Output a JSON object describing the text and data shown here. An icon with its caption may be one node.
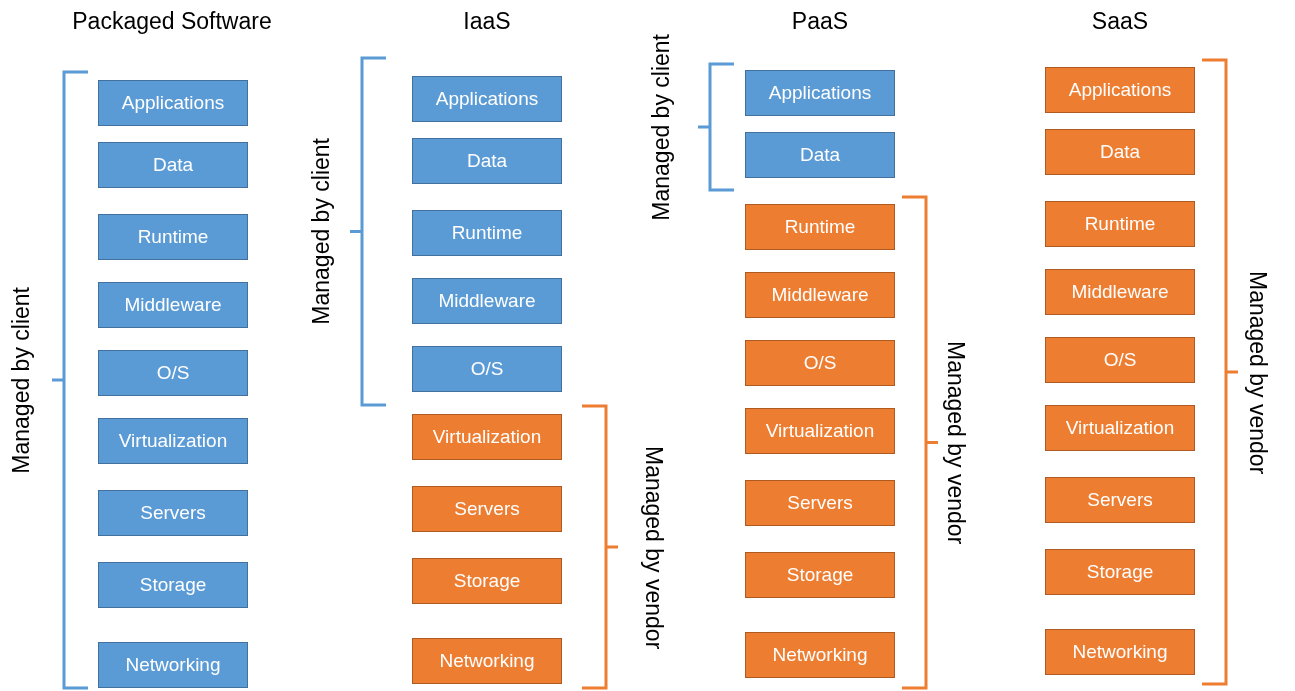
{
  "diagram": {
    "nodes": [
      {
        "text": [
          "Applications"
        ]
      },
      {
        "text": [
          "Data"
        ]
      },
      {
        "text": [
          "Runtime"
        ]
      },
      {
        "text": [
          "Middleware"
        ]
      },
      {
        "text": [
          "O/S"
        ]
      },
      {
        "text": [
          "Virtualization"
        ]
      },
      {
        "text": [
          "Servers"
        ]
      },
      {
        "text": [
          "Storage"
        ]
      },
      {
        "text": [
          "Networking"
        ]
      },
      {
        "text": [
          "Applications"
        ]
      },
      {
        "text": [
          "Data"
        ]
      },
      {
        "text": [
          "Runtime"
        ]
      },
      {
        "text": [
          "Middleware"
        ]
      },
      {
        "text": [
          "O/S"
        ]
      },
      {
        "text": [
          "Virtualization"
        ]
      },
      {
        "text": [
          "Servers"
        ]
      },
      {
        "text": [
          "Storage"
        ]
      },
      {
        "text": [
          "Networking"
        ]
      },
      {
        "text": [
          "Applications"
        ]
      },
      {
        "text": [
          "Data"
        ]
      },
      {
        "text": [
          "Runtime"
        ]
      },
      {
        "text": [
          "Middleware"
        ]
      },
      {
        "text": [
          "O/S"
        ]
      },
      {
        "text": [
          "Virtualization"
        ]
      },
      {
        "text": [
          "Servers"
        ]
      },
      {
        "text": [
          "Storage"
        ]
      },
      {
        "text": [
          "Networking"
        ]
      },
      {
        "text": [
          "Applications"
        ]
      },
      {
        "text": [
          "Data"
        ]
      },
      {
        "text": [
          "Runtime"
        ]
      },
      {
        "text": [
          "Middleware"
        ]
      },
      {
        "text": [
          "O/S"
        ]
      },
      {
        "text": [
          "Virtualization"
        ]
      },
      {
        "text": [
          "Servers"
        ]
      },
      {
        "text": [
          "Storage"
        ]
      },
      {
        "text": [
          "Networking"
        ]
      }
    ],
    "labels": [
      "Packaged Software",
      "IaaS",
      "PaaS",
      "SaaS",
      "Managed by client",
      "Managed by client",
      "Managed by vendor",
      "Managed by client",
      "Managed by vendor",
      "Managed by vendor"
    ]
  }
}
